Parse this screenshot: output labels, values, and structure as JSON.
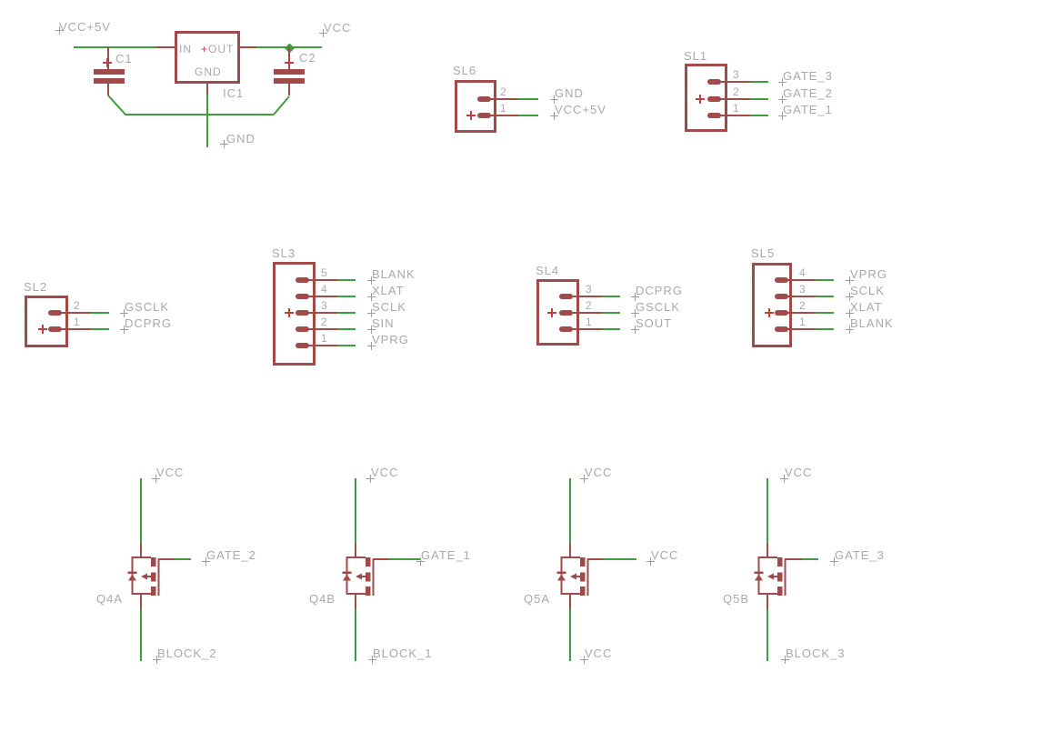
{
  "colors": {
    "symbol": "#A14A4A",
    "wire": "#3C9E3C",
    "text": "#A9A9A9",
    "plus": "#C04040"
  },
  "power": {
    "vin_label": "VCC+5V",
    "vout_label": "VCC",
    "gnd_label": "GND",
    "c1": "C1",
    "c2": "C2",
    "ic_name": "IC1",
    "pin_in": "IN",
    "pin_out_plus": "+",
    "pin_out": "OUT",
    "pin_gnd": "GND"
  },
  "connectors": [
    {
      "name": "SL6",
      "pins": [
        {
          "num": "2",
          "net": "GND"
        },
        {
          "num": "1",
          "net": "VCC+5V"
        }
      ]
    },
    {
      "name": "SL1",
      "pins": [
        {
          "num": "3",
          "net": "GATE_3"
        },
        {
          "num": "2",
          "net": "GATE_2"
        },
        {
          "num": "1",
          "net": "GATE_1"
        }
      ]
    },
    {
      "name": "SL2",
      "pins": [
        {
          "num": "2",
          "net": "GSCLK"
        },
        {
          "num": "1",
          "net": "DCPRG"
        }
      ]
    },
    {
      "name": "SL3",
      "pins": [
        {
          "num": "5",
          "net": "BLANK"
        },
        {
          "num": "4",
          "net": "XLAT"
        },
        {
          "num": "3",
          "net": "SCLK"
        },
        {
          "num": "2",
          "net": "SIN"
        },
        {
          "num": "1",
          "net": "VPRG"
        }
      ]
    },
    {
      "name": "SL4",
      "pins": [
        {
          "num": "3",
          "net": "DCPRG"
        },
        {
          "num": "2",
          "net": "GSCLK"
        },
        {
          "num": "1",
          "net": "SOUT"
        }
      ]
    },
    {
      "name": "SL5",
      "pins": [
        {
          "num": "4",
          "net": "VPRG"
        },
        {
          "num": "3",
          "net": "SCLK"
        },
        {
          "num": "2",
          "net": "XLAT"
        },
        {
          "num": "1",
          "net": "BLANK"
        }
      ]
    }
  ],
  "transistors": [
    {
      "name": "Q4A",
      "top_net": "VCC",
      "gate_net": "GATE_2",
      "bottom_net": "BLOCK_2"
    },
    {
      "name": "Q4B",
      "top_net": "VCC",
      "gate_net": "GATE_1",
      "bottom_net": "BLOCK_1"
    },
    {
      "name": "Q5A",
      "top_net": "VCC",
      "gate_net": "VCC",
      "bottom_net": "VCC"
    },
    {
      "name": "Q5B",
      "top_net": "VCC",
      "gate_net": "GATE_3",
      "bottom_net": "BLOCK_3"
    }
  ]
}
